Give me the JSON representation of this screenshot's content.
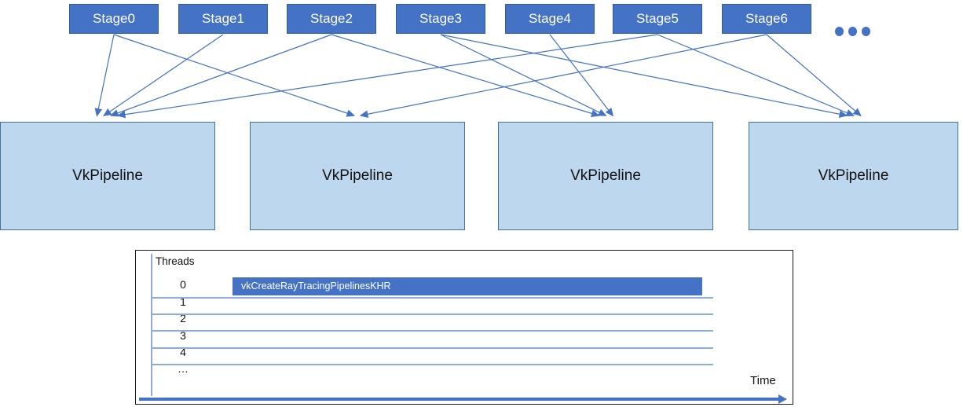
{
  "diagram": {
    "stages": [
      {
        "label": "Stage0"
      },
      {
        "label": "Stage1"
      },
      {
        "label": "Stage2"
      },
      {
        "label": "Stage3"
      },
      {
        "label": "Stage4"
      },
      {
        "label": "Stage5"
      },
      {
        "label": "Stage6"
      }
    ],
    "more_stages_ellipsis": "…",
    "pipelines": [
      {
        "label": "VkPipeline"
      },
      {
        "label": "VkPipeline"
      },
      {
        "label": "VkPipeline"
      },
      {
        "label": "VkPipeline"
      }
    ],
    "arrows": [
      {
        "from_stage": 0,
        "to_pipeline": 0
      },
      {
        "from_stage": 1,
        "to_pipeline": 0
      },
      {
        "from_stage": 2,
        "to_pipeline": 0
      },
      {
        "from_stage": 5,
        "to_pipeline": 0
      },
      {
        "from_stage": 0,
        "to_pipeline": 1
      },
      {
        "from_stage": 6,
        "to_pipeline": 1
      },
      {
        "from_stage": 2,
        "to_pipeline": 2
      },
      {
        "from_stage": 3,
        "to_pipeline": 2
      },
      {
        "from_stage": 4,
        "to_pipeline": 2
      },
      {
        "from_stage": 3,
        "to_pipeline": 3
      },
      {
        "from_stage": 5,
        "to_pipeline": 3
      },
      {
        "from_stage": 6,
        "to_pipeline": 3
      }
    ]
  },
  "chart": {
    "y_axis_label": "Threads",
    "threads": [
      "0",
      "1",
      "2",
      "3",
      "4",
      "…"
    ],
    "bar_label": "vkCreateRayTracingPipelinesKHR",
    "x_axis_label": "Time"
  },
  "chart_data": {
    "type": "gantt",
    "title": "",
    "ylabel": "Threads",
    "xlabel": "Time",
    "rows": [
      "0",
      "1",
      "2",
      "3",
      "4",
      "…"
    ],
    "bars": [
      {
        "row": "0",
        "label": "vkCreateRayTracingPipelinesKHR",
        "start_frac": 0.13,
        "end_frac": 0.87
      }
    ],
    "grid": "horizontal-row-separators",
    "legend": "none"
  },
  "colors": {
    "stage_fill": "#4472C4",
    "stage_text": "#ffffff",
    "pipeline_fill": "#BDD7EE",
    "pipeline_border": "#41719C",
    "connector": "#4472C4",
    "bar_fill": "#4472C4",
    "row_separator": "#8FAADC",
    "time_axis": "#4472C4"
  }
}
